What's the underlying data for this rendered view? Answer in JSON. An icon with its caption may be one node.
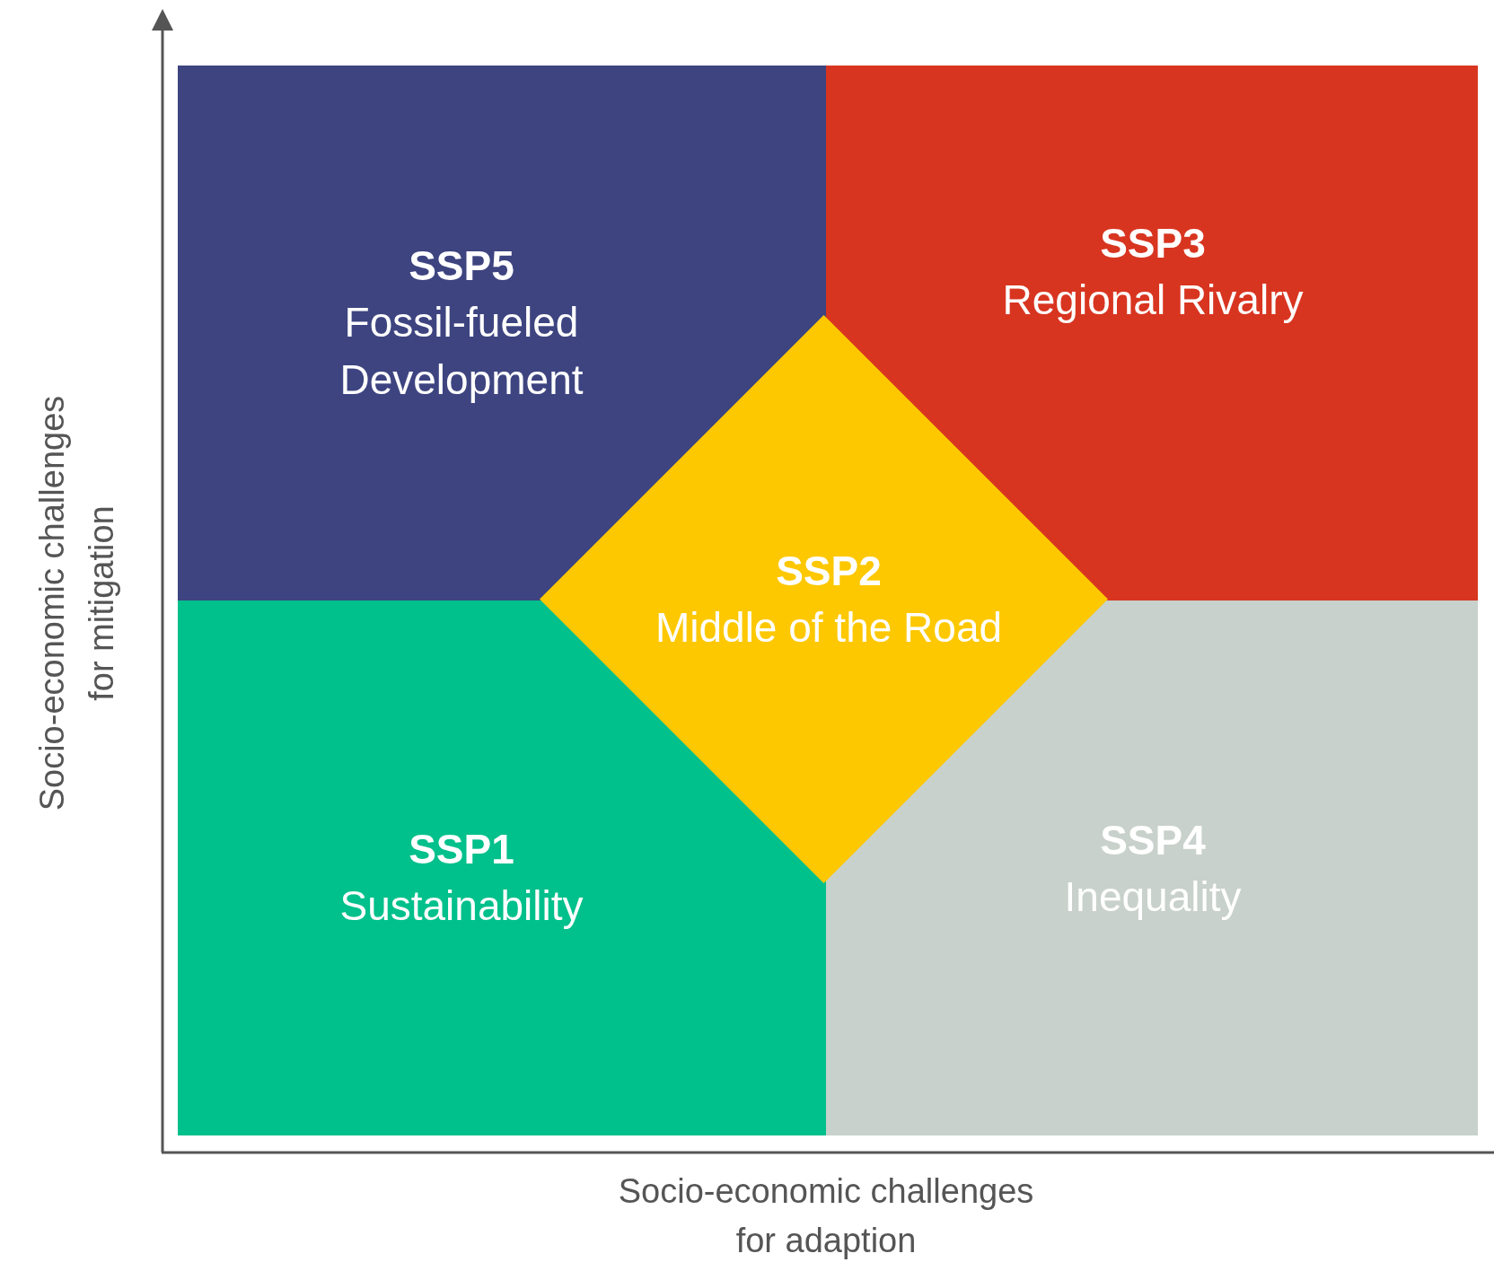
{
  "diagram": {
    "nodes": [
      {
        "text": [
          "SSP5",
          "Fossil-fueled Development"
        ]
      },
      {
        "text": [
          "SSP3",
          "Regional Rivalry"
        ]
      },
      {
        "text": [
          "SSP2",
          "Middle of the Road"
        ]
      },
      {
        "text": [
          "SSP1",
          "Sustainability"
        ]
      },
      {
        "text": [
          "SSP4",
          "Inequality"
        ]
      }
    ],
    "edges": [],
    "labels": [
      "Socio-economic challenges for mitigation",
      "Socio-economic challenges for adaption"
    ]
  }
}
